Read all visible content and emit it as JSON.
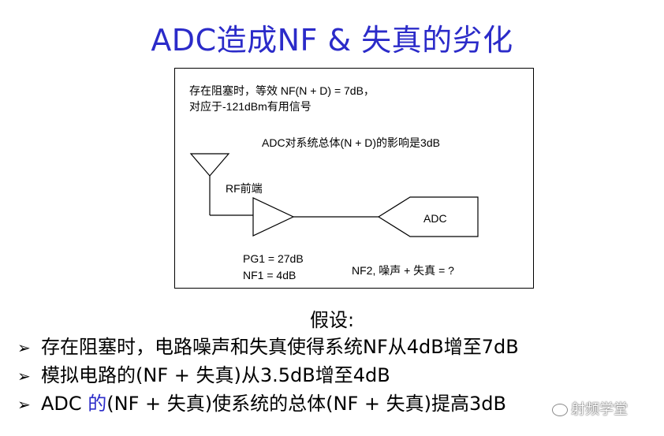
{
  "title": "ADC造成NF & 失真的劣化",
  "diagram": {
    "note_line1": "存在阻塞时，等效 NF(N + D) = 7dB，",
    "note_line2": "对应于-121dBm有用信号",
    "adc_effect": "ADC对系统总体(N + D)的影响是3dB",
    "rf_label": "RF前端",
    "adc_label": "ADC",
    "pg1": "PG1 = 27dB",
    "nf1": "NF1 = 4dB",
    "nf2": "NF2, 噪声 + 失真 = ?"
  },
  "assume": "假设:",
  "bullets": {
    "b1": "存在阻塞时，电路噪声和失真使得系统NF从4dB增至7dB",
    "b2": "模拟电路的(NF + 失真)从3.5dB增至4dB",
    "b3_prefix": "ADC ",
    "b3_blue": "的",
    "b3_rest": "(NF + 失真)使系统的总体(NF + 失真)提高3dB"
  },
  "watermark": "射频学堂"
}
